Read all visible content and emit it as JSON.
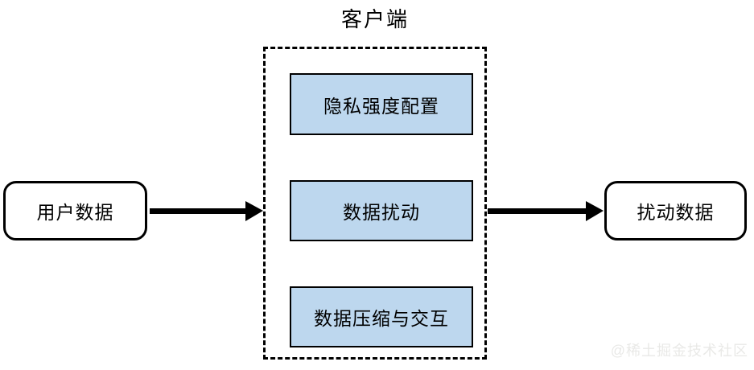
{
  "diagram": {
    "title": "客户端",
    "left_node": {
      "label": "用户数据"
    },
    "right_node": {
      "label": "扰动数据"
    },
    "client_steps": [
      {
        "label": "隐私强度配置"
      },
      {
        "label": "数据扰动"
      },
      {
        "label": "数据压缩与交互"
      }
    ],
    "flow": [
      "用户数据 -> 客户端",
      "客户端 -> 扰动数据"
    ],
    "colors": {
      "step_fill": "#bdd7ee",
      "stroke": "#000000",
      "background": "#ffffff",
      "watermark_text": "#e9e9e7"
    },
    "watermark": "@稀土掘金技术社区"
  }
}
